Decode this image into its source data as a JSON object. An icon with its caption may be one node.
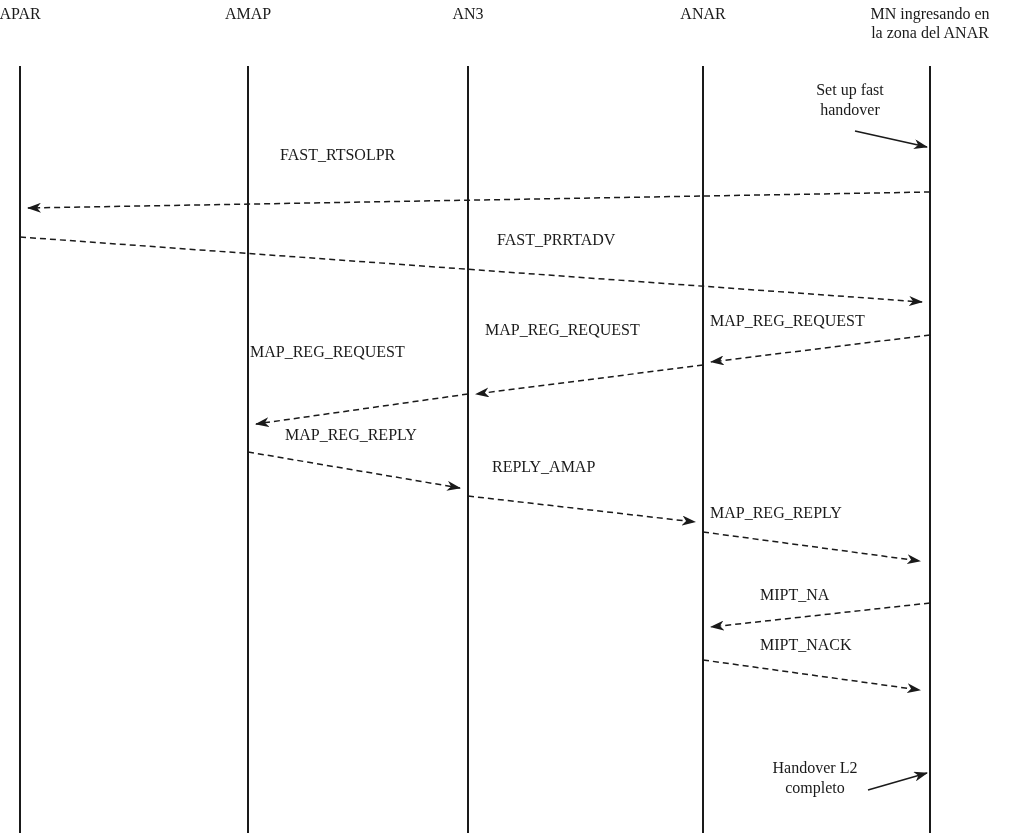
{
  "diagram": {
    "nodes": [
      {
        "text": [
          "APAR"
        ]
      },
      {
        "text": [
          "AMAP"
        ]
      },
      {
        "text": [
          "AN3"
        ]
      },
      {
        "text": [
          "ANAR"
        ]
      },
      {
        "text": [
          "MN ingresando en la zona del ANAR"
        ]
      },
      {
        "text": [
          "Set up fast handover"
        ]
      },
      {
        "text": [
          "Handover L2 completo"
        ]
      }
    ],
    "edges": [
      {
        "from": 4,
        "to": 0,
        "arrow": "to",
        "label": "FAST_RTSOLPR",
        "style": "dashed"
      },
      {
        "from": 0,
        "to": 4,
        "arrow": "to",
        "label": "FAST_PRRTADV",
        "style": "dashed"
      },
      {
        "from": 4,
        "to": 3,
        "arrow": "to",
        "label": "MAP_REG_REQUEST",
        "style": "dashed"
      },
      {
        "from": 3,
        "to": 2,
        "arrow": "to",
        "label": "MAP_REG_REQUEST",
        "style": "dashed"
      },
      {
        "from": 2,
        "to": 1,
        "arrow": "to",
        "label": "MAP_REG_REQUEST",
        "style": "dashed"
      },
      {
        "from": 1,
        "to": 2,
        "arrow": "to",
        "label": "MAP_REG_REPLY",
        "style": "dashed"
      },
      {
        "from": 2,
        "to": 3,
        "arrow": "to",
        "label": "REPLY_AMAP",
        "style": "dashed"
      },
      {
        "from": 3,
        "to": 4,
        "arrow": "to",
        "label": "MAP_REG_REPLY",
        "style": "dashed"
      },
      {
        "from": 4,
        "to": 3,
        "arrow": "to",
        "label": "MIPT_NA",
        "style": "dashed"
      },
      {
        "from": 3,
        "to": 4,
        "arrow": "to",
        "label": "MIPT_NACK",
        "style": "dashed"
      },
      {
        "from": 5,
        "to": 4,
        "arrow": "to"
      },
      {
        "from": 6,
        "to": 4,
        "arrow": "to"
      }
    ]
  }
}
